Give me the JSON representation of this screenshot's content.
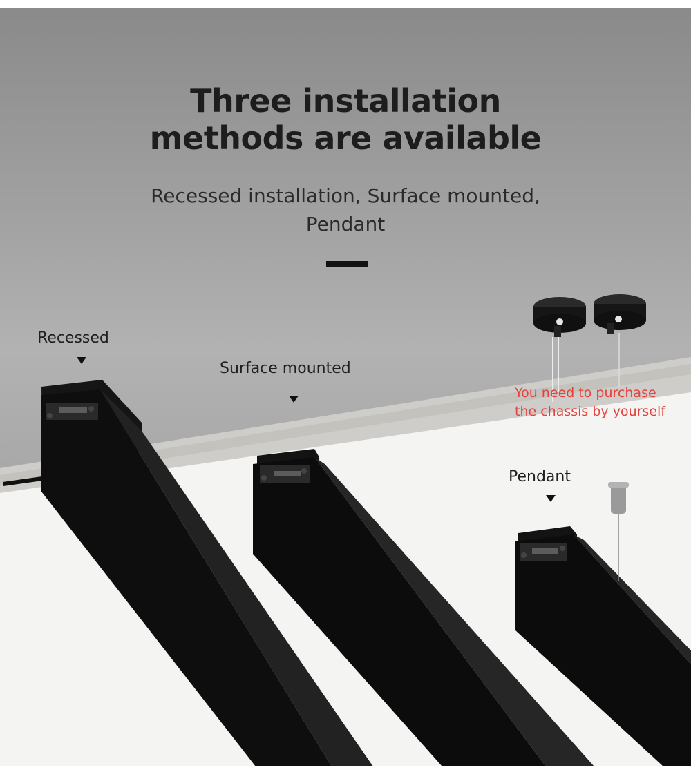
{
  "heading": {
    "line1": "Three installation",
    "line2": "methods are available"
  },
  "subheading": {
    "line1": "Recessed  installation, Surface mounted,",
    "line2": "Pendant"
  },
  "labels": {
    "recessed": "Recessed",
    "surface": "Surface mounted",
    "pendant": "Pendant"
  },
  "note": {
    "line1": "You need to purchase",
    "line2": "the chassis by yourself"
  },
  "colors": {
    "note": "#e8403c",
    "rail": "#111111",
    "heading": "#1d1d1d"
  }
}
